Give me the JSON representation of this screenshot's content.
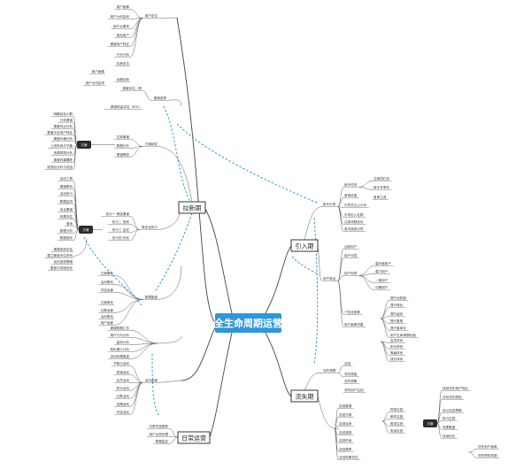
{
  "root": "全生命周期运营",
  "branches": {
    "b1": "拉新期",
    "b2": "引入期",
    "b3": "流失期",
    "b4": "日常运营"
  },
  "tags": {
    "t1": "方案",
    "t2": "方案",
    "t3": "方案"
  },
  "left_top": {
    "group1": "用户定位",
    "items1": [
      "用户画像",
      "用户为何会来",
      "用户从哪来",
      "竞品用户",
      "渠道用户特征",
      "行业分析",
      "自身定位",
      "运营目标"
    ],
    "group2": "渠道选择",
    "items2": [
      "渠道评估（按"
    ],
    "note": "渠道质量评估（ROI）"
  },
  "left_mid": {
    "header1": "方案制定",
    "sub1": [
      "拉新渠道",
      "数据分析",
      "渠道筛选",
      "一对一渠道方案"
    ],
    "items_tag1": [
      "明确目标人群",
      "分析渠道",
      "渠道特点分析",
      "渠道平台用户特征",
      "渠道价格分析",
      "上线时间与节奏",
      "资源预算分析",
      "渠道效果跟踪",
      "投放后分析与总结"
    ],
    "header2": "常态化执行",
    "sub2": [
      "执行一 筛选渠道",
      "执行二 投放",
      "执行三 监控",
      "执行四 优化"
    ],
    "items_tag2": [
      "活动工具",
      "渠道策划",
      "活动执行",
      "数据监测",
      "优化渠道",
      "效果评估",
      "落地",
      "数据分析",
      "数据回收",
      "复盘总结",
      "渠道优化与预算再分配"
    ],
    "extra": [
      "渠道投放总结",
      "建立渠道评估体系",
      "优化投放策略",
      "复盘与持续优化"
    ]
  },
  "left_low": {
    "header": "数据复盘",
    "sub": [
      "文案策划",
      "活动策划",
      "内容运营",
      "社群运营",
      "用户运营",
      "用户增长分析",
      "付费转化分析"
    ],
    "items": [
      "渠道数据汇总",
      "用户行为分析",
      "留存分析",
      "转化漏斗分析",
      "活动效果复盘",
      "渠道ROI复盘",
      "用户质量分析",
      "增长策略总结"
    ]
  },
  "left_bottom": {
    "header": "活动运营",
    "items": [
      "节假日活动",
      "促销活动",
      "会员活动",
      "积分活动",
      "社群活动",
      "品牌活动",
      "内容活动",
      "线上活动",
      "线下活动"
    ],
    "daily": [
      "日常内容更新",
      "用户反馈处理",
      "数据监控"
    ]
  },
  "right_intro": {
    "header": "新手引导",
    "items": [
      "新手任务",
      "首单优惠",
      "引导关注公众号",
      "引导加入社群",
      "新人礼包",
      "首次体验"
    ],
    "sub": [
      "注册流程优化",
      "首次使用引导"
    ],
    "detail": [
      "注册送红包",
      "新手专享价",
      "首单立减"
    ]
  },
  "right_mid": {
    "header": "用户激活",
    "items": [
      "活跃用户",
      "用户分层",
      "用户标签",
      "个性化推荐",
      "用户画像完善"
    ],
    "groups": [
      "高价值用户",
      "潜力用户",
      "一般用户",
      "沉睡用户"
    ],
    "detail": [
      "提升活跃度",
      "提升转化",
      "提升留存",
      "提升复购",
      "提升客单价",
      "用户生命周期价值"
    ],
    "extra": [
      "会员体系",
      "积分体系",
      "等级体系",
      "成长体系"
    ]
  },
  "right_loss": {
    "header": "流失预警",
    "items": [
      "召回",
      "流失原因",
      "流失预警",
      "流失用户召回"
    ],
    "rows": [
      "召回渠道",
      "召回方案",
      "召回话术",
      "召回激励",
      "召回时间",
      "召回频率",
      "召回效果评估"
    ],
    "sub": [
      "短信召回",
      "邮件召回",
      "推送召回",
      "电话召回"
    ],
    "tag_items": [
      "找到流失用户特征",
      "分析流失原因",
      "设计召回策略",
      "执行召回",
      "效果复盘",
      "持续优化"
    ],
    "bottom": [
      "流失用户画像",
      "流失预防机制"
    ]
  }
}
